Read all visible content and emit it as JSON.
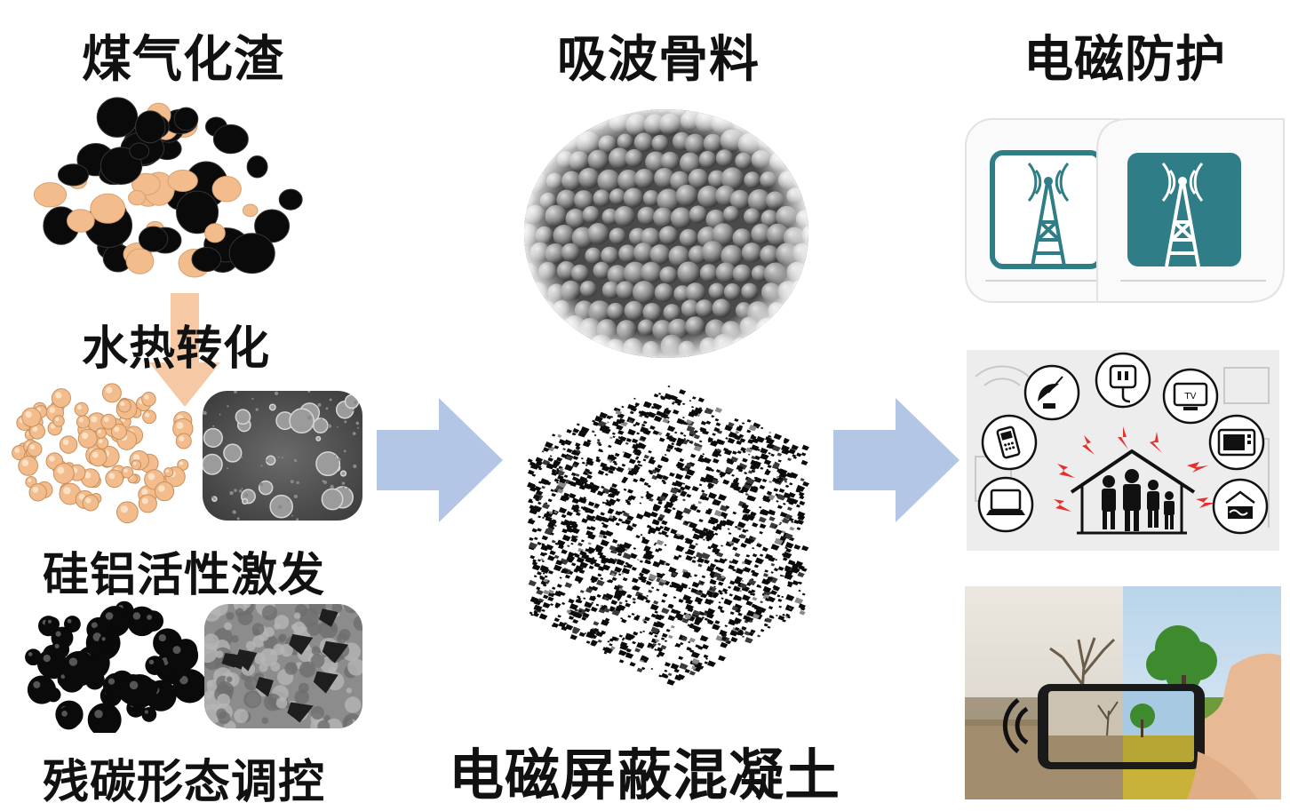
{
  "titles": {
    "left": "煤气化渣",
    "middle": "吸波骨料",
    "right": "电磁防护"
  },
  "steps": {
    "hydrothermal": "水热转化",
    "activation": "硅铝活性激发",
    "carbon": "残碳形态调控"
  },
  "product": "电磁屏蔽混凝土",
  "tv_label": "TV",
  "colors": {
    "arrow": "#b3c6e6",
    "down_arrow": "#f6c9a4",
    "sphere_tan": "#f2bc8c",
    "sphere_black": "#0a0a0a",
    "teal": "#2f7d86"
  },
  "icons": [
    "tower-icon-outline",
    "tower-icon-filled",
    "satellite-dish-icon",
    "plug-icon",
    "tv-icon",
    "phone-icon",
    "microwave-icon",
    "laptop-icon",
    "house-family-icon",
    "hand-phone-icon"
  ]
}
